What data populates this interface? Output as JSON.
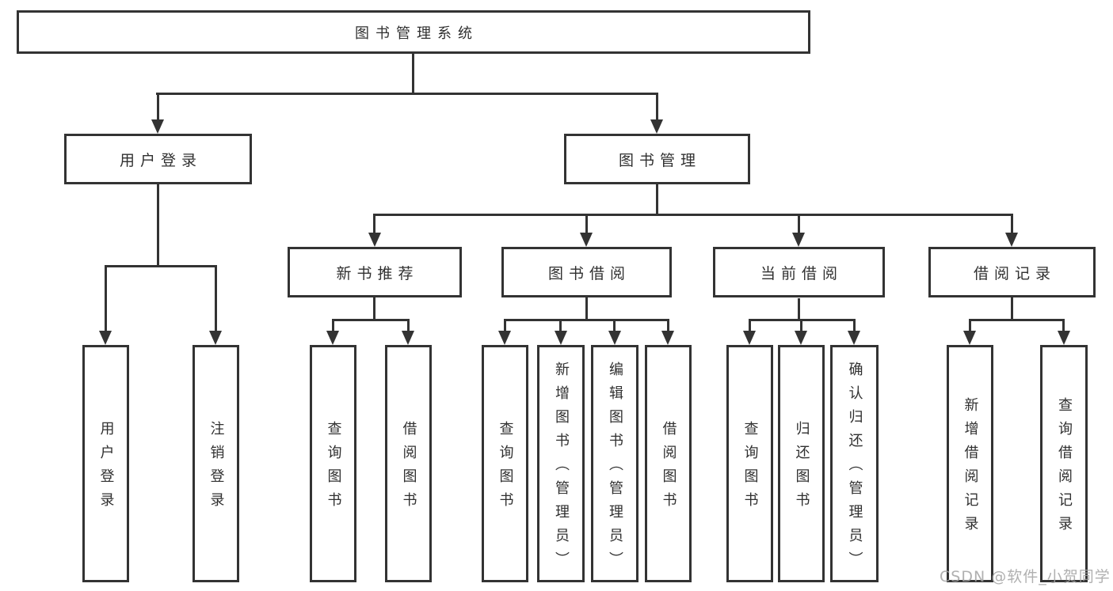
{
  "title": "图书管理系统",
  "watermark": {
    "text": "CSDN @软件_小贺同学"
  },
  "colors": {
    "line": "#333333",
    "text": "#303030",
    "background": "#ffffff",
    "watermark": "#a3a3a3"
  },
  "tree": {
    "root": {
      "label": "图书管理系统",
      "children": [
        {
          "label": "用户登录",
          "children": [
            {
              "label": "用户登录"
            },
            {
              "label": "注销登录"
            }
          ]
        },
        {
          "label": "图书管理",
          "children": [
            {
              "label": "新书推荐",
              "children": [
                {
                  "label": "查询图书"
                },
                {
                  "label": "借阅图书"
                }
              ]
            },
            {
              "label": "图书借阅",
              "children": [
                {
                  "label": "查询图书"
                },
                {
                  "label": "新增图书（管理员）"
                },
                {
                  "label": "编辑图书（管理员）"
                },
                {
                  "label": "借阅图书"
                }
              ]
            },
            {
              "label": "当前借阅",
              "children": [
                {
                  "label": "查询图书"
                },
                {
                  "label": "归还图书"
                },
                {
                  "label": "确认归还（管理员）"
                }
              ]
            },
            {
              "label": "借阅记录",
              "children": [
                {
                  "label": "新增借阅记录"
                },
                {
                  "label": "查询借阅记录"
                }
              ]
            }
          ]
        }
      ]
    }
  }
}
